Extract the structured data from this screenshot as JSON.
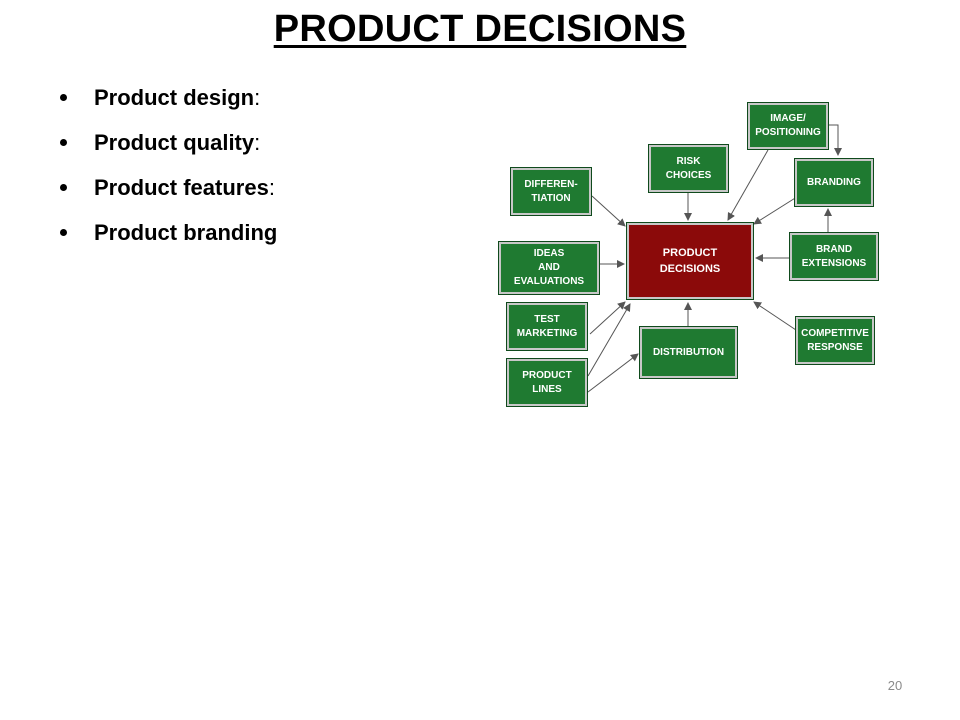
{
  "slide": {
    "title": "PRODUCT DECISIONS",
    "bullets": [
      {
        "term": "Product design",
        "suffix": ":"
      },
      {
        "term": "Product quality",
        "suffix": ":"
      },
      {
        "term": "Product features",
        "suffix": ":"
      },
      {
        "term": "Product branding",
        "suffix": ""
      }
    ],
    "page_number": "20"
  },
  "diagram": {
    "center": "PRODUCT\nDECISIONS",
    "nodes": {
      "image_positioning": "IMAGE/\nPOSITIONING",
      "risk_choices": "RISK\nCHOICES",
      "differentiation": "DIFFEREN-\nTIATION",
      "branding": "BRANDING",
      "ideas_evaluations": "IDEAS\nAND\nEVALUATIONS",
      "brand_extensions": "BRAND\nEXTENSIONS",
      "test_marketing": "TEST\nMARKETING",
      "distribution": "DISTRIBUTION",
      "competitive_response": "COMPETITIVE\nRESPONSE",
      "product_lines": "PRODUCT\nLINES"
    },
    "colors": {
      "node_fill": "#1f7a31",
      "center_fill": "#8b0a0a",
      "arrow": "#555555"
    }
  }
}
